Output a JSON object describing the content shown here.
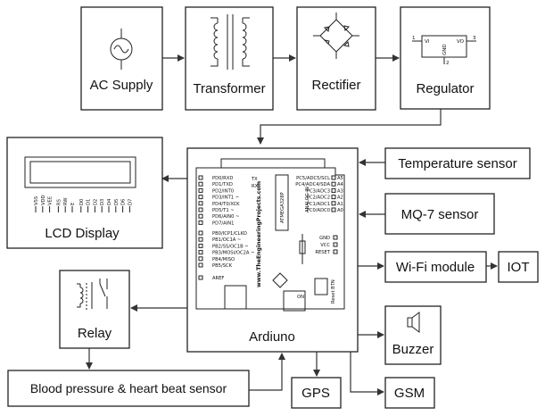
{
  "colors": {
    "stroke": "#222222",
    "background": "#ffffff",
    "text": "#111111"
  },
  "blocks": {
    "ac_supply": "AC Supply",
    "transformer": "Transformer",
    "rectifier": "Rectifier",
    "regulator": "Regulator",
    "lcd_display": "LCD Display",
    "arduino": "Ardiuno",
    "temperature_sensor": "Temperature sensor",
    "mq7_sensor": "MQ-7 sensor",
    "wifi_module": "Wi-Fi module",
    "iot": "IOT",
    "relay": "Relay",
    "buzzer": "Buzzer",
    "bp_sensor": "Blood pressure & heart beat sensor",
    "gps": "GPS",
    "gsm": "GSM"
  },
  "regulator_symbol": {
    "vi": "VI",
    "vo": "VO",
    "gnd": "GND",
    "pin1": "1",
    "pin2": "2",
    "pin3": "3"
  },
  "lcd_pins": [
    "VSS",
    "VDD",
    "VEE",
    "RS",
    "RW",
    "E",
    "D0",
    "D1",
    "D2",
    "D3",
    "D4",
    "D5",
    "D6",
    "D7"
  ],
  "arduino_board": {
    "left_pins": [
      "PD0/RXD",
      "PD1/TXD",
      "PD2/INT0",
      "PD3/INT1 ~",
      "PD4/T0/XCK",
      "PD5/T1 ~",
      "PD6/AIN0 ~",
      "PD7/AIN1"
    ],
    "left_pins_b": [
      "PB0/ICP1/CLKO",
      "PB1/OC1A ~",
      "PB2/SS/OC1B ~",
      "PB3/MOSI/OC2A ~",
      "PB4/MISO",
      "PB5/SCK"
    ],
    "right_pins": [
      "PC5/ADC5/SCL",
      "PC4/ADC4/SDA",
      "PC3/ADC3",
      "PC2/ADC2",
      "PC1/ADC1",
      "PC0/ADC0"
    ],
    "right_nums": [
      "A5",
      "A4",
      "A3",
      "A2",
      "A1",
      "A0"
    ],
    "power_pins": [
      "GND",
      "VCC",
      "RESET"
    ],
    "aref": "AREF",
    "tx": "TX",
    "rx": "RX",
    "website": "www.TheEngineeringProjects.com",
    "analog_in": "ANALOG IN",
    "chip": "ATMEGA328P",
    "on": "ON",
    "reset_btn": "Reset BTN"
  }
}
